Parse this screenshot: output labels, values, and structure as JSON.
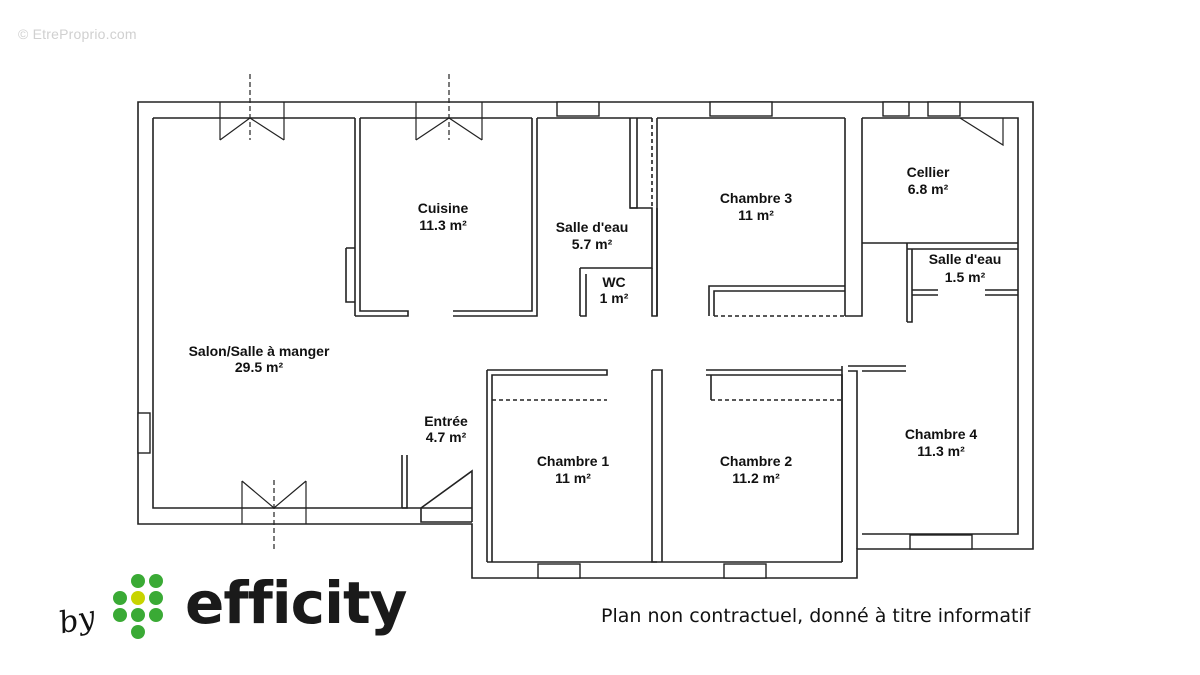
{
  "watermark": "© EtreProprio.com",
  "rooms": [
    {
      "id": "salon",
      "name": "Salon/Salle à manger",
      "area": "29.5 m²"
    },
    {
      "id": "cuisine",
      "name": "Cuisine",
      "area": "11.3 m²"
    },
    {
      "id": "salle-eau-1",
      "name": "Salle d'eau",
      "area": "5.7 m²"
    },
    {
      "id": "wc",
      "name": "WC",
      "area": "1 m²"
    },
    {
      "id": "chambre-3",
      "name": "Chambre 3",
      "area": "11 m²"
    },
    {
      "id": "cellier",
      "name": "Cellier",
      "area": "6.8 m²"
    },
    {
      "id": "salle-eau-2",
      "name": "Salle d'eau",
      "area": "1.5 m²"
    },
    {
      "id": "entree",
      "name": "Entrée",
      "area": "4.7 m²"
    },
    {
      "id": "chambre-1",
      "name": "Chambre 1",
      "area": "11 m²"
    },
    {
      "id": "chambre-2",
      "name": "Chambre 2",
      "area": "11.2 m²"
    },
    {
      "id": "chambre-4",
      "name": "Chambre 4",
      "area": "11.3 m²"
    }
  ],
  "brand": {
    "by": "by",
    "name": "efficity",
    "dot_colors": {
      "green": "#3aaa35",
      "light_green": "#c8d400"
    }
  },
  "disclaimer": "Plan non contractuel, donné à titre informatif"
}
